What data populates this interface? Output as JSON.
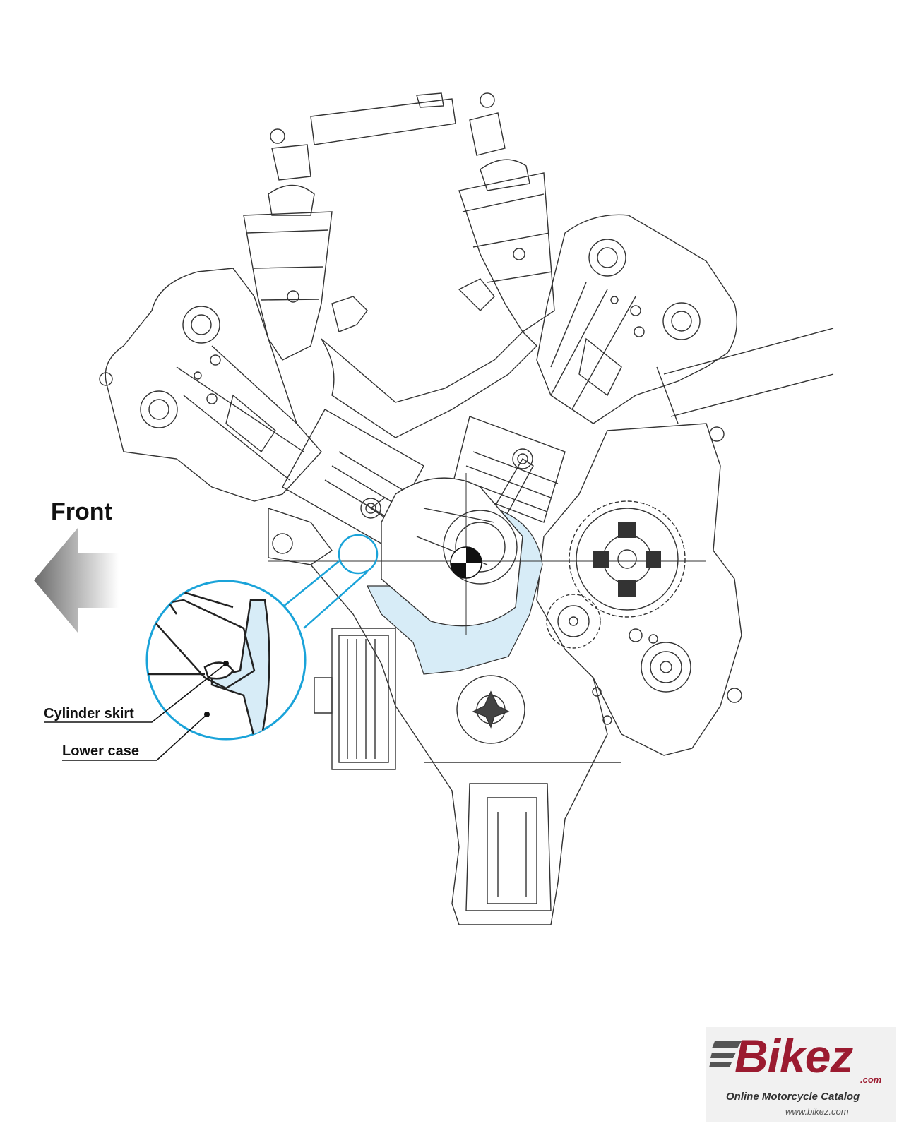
{
  "diagram": {
    "direction_label": "Front",
    "callouts": {
      "cylinder_skirt": "Cylinder skirt",
      "lower_case": "Lower case"
    }
  },
  "watermark": {
    "brand": "Bikez",
    "dot_com": ".com",
    "tagline": "Online Motorcycle Catalog",
    "url": "www.bikez.com"
  },
  "colors": {
    "line": "#333333",
    "highlight": "#d7ecf7",
    "callout": "#1aa3d9",
    "logo_red": "#9b1b30"
  }
}
